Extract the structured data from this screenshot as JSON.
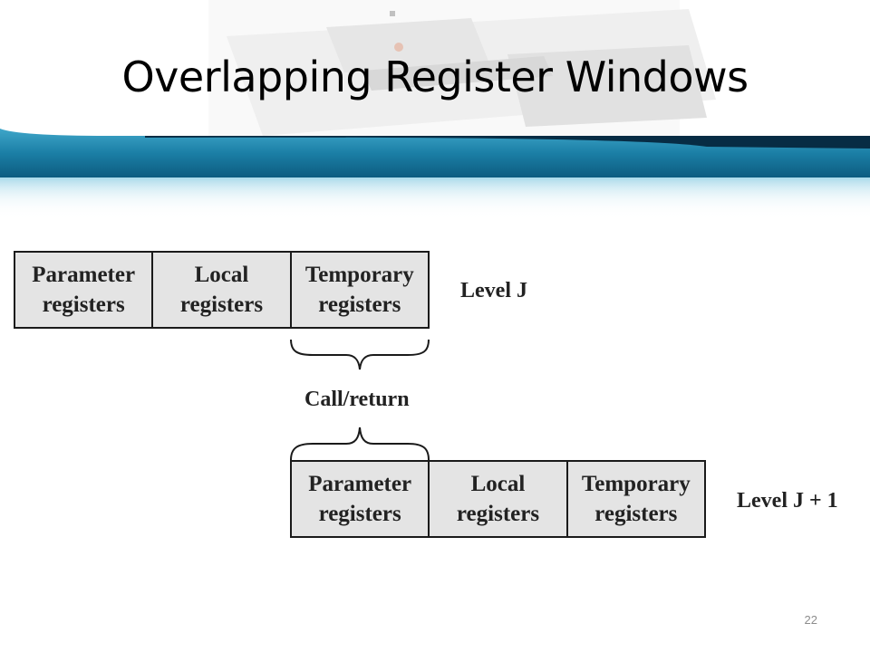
{
  "slide": {
    "title": "Overlapping Register Windows",
    "page_number": "22"
  },
  "diagram": {
    "level_j": {
      "label": "Level J",
      "cells": [
        "Parameter\nregisters",
        "Local\nregisters",
        "Temporary\nregisters"
      ]
    },
    "call_return_label": "Call/return",
    "level_j1": {
      "label": "Level J + 1",
      "cells": [
        "Parameter\nregisters",
        "Local\nregisters",
        "Temporary\nregisters"
      ]
    }
  },
  "colors": {
    "band_blue": "#1b7fa6",
    "band_dark": "#0a3a55",
    "cell_fill": "#e4e4e4",
    "border": "#1a1a1a"
  }
}
